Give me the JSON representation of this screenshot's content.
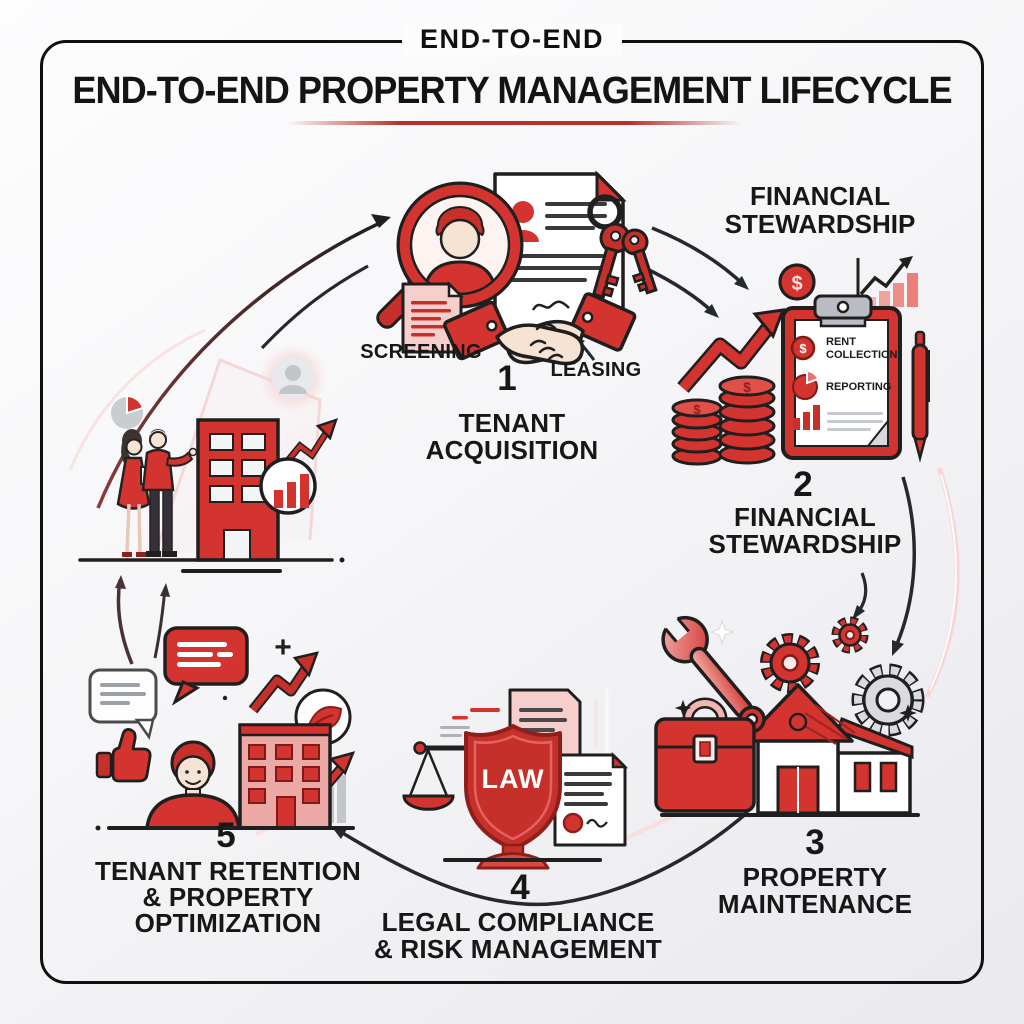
{
  "colors": {
    "accent": "#d3342f",
    "dark_red": "#8e1f1c",
    "outline": "#1f1f1f",
    "pink": "#f2b5b1",
    "gray": "#c6c9cd"
  },
  "header": {
    "kicker": "END-TO-END",
    "title": "END-TO-END PROPERTY MANAGEMENT LIFECYCLE"
  },
  "glyphs": {
    "dollar": "$",
    "plus": "+"
  },
  "stages": [
    {
      "number": "1",
      "lines": [
        "TENANT",
        "ACQUISITION"
      ],
      "tags": [
        "SCREENING",
        "LEASING"
      ],
      "icons": [
        "magnifier-person-icon",
        "lease-document-icon",
        "keys-icon",
        "application-doc-icon",
        "handshake-icon"
      ]
    },
    {
      "number": "2",
      "lines": [
        "FINANCIAL",
        "STEWARDSHIP"
      ],
      "preview_lines": [
        "FINANCIAL",
        "STEWARDSHIP"
      ],
      "clipboard": {
        "item1_line1": "RENT",
        "item1_line2": "COLLECTION",
        "item2": "REPORTING"
      },
      "icons": [
        "growth-arrow-icon",
        "coin-stacks-icon",
        "dollar-coin-icon",
        "mini-bar-chart-icon",
        "clipboard-icon",
        "pen-icon"
      ]
    },
    {
      "number": "3",
      "lines": [
        "PROPERTY",
        "MAINTENANCE"
      ],
      "icons": [
        "wrench-icon",
        "gear-icon",
        "house-icon",
        "toolbox-icon",
        "sparkle-icon"
      ]
    },
    {
      "number": "4",
      "lines": [
        "LEGAL COMPLIANCE",
        "& RISK MANAGEMENT"
      ],
      "shield_label": "LAW",
      "icons": [
        "scales-icon",
        "law-shield-icon",
        "contract-icon",
        "certificate-icon"
      ]
    },
    {
      "number": "5",
      "lines": [
        "TENANT RETENTION",
        "& PROPERTY",
        "OPTIMIZATION"
      ],
      "icons": [
        "speech-bubbles-icon",
        "thumbs-up-icon",
        "tenant-person-icon",
        "apartment-building-icon",
        "leaf-badge-icon",
        "growth-arrows-icon"
      ]
    }
  ],
  "illustration": {
    "icons": [
      "pie-chart-icon",
      "avatar-icon",
      "agents-icon",
      "office-building-icon",
      "trend-arrow-icon",
      "bar-chart-badge-icon"
    ]
  }
}
